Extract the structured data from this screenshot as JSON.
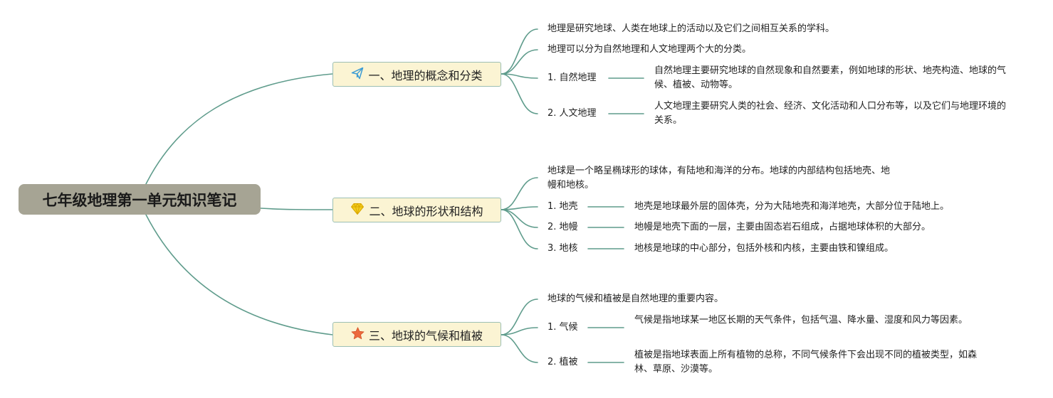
{
  "root": {
    "title": "七年级地理第一单元知识笔记"
  },
  "branches": [
    {
      "title": "一、地理的概念和分类",
      "icon": "paper-plane-icon",
      "items": [
        {
          "text": "地理是研究地球、人类在地球上的活动以及它们之间相互关系的学科。"
        },
        {
          "text": "地理可以分为自然地理和人文地理两个大的分类。"
        },
        {
          "label": "1. 自然地理",
          "desc": "自然地理主要研究地球的自然现象和自然要素，例如地球的形状、地壳构造、地球的气候、植被、动物等。"
        },
        {
          "label": "2. 人文地理",
          "desc": "人文地理主要研究人类的社会、经济、文化活动和人口分布等，以及它们与地理环境的关系。"
        }
      ]
    },
    {
      "title": "二、地球的形状和结构",
      "icon": "diamond-icon",
      "items": [
        {
          "text": "地球是一个略呈椭球形的球体，有陆地和海洋的分布。地球的内部结构包括地壳、地幔和地核。"
        },
        {
          "label": "1. 地壳",
          "desc": "地壳是地球最外层的固体壳，分为大陆地壳和海洋地壳，大部分位于陆地上。"
        },
        {
          "label": "2. 地幔",
          "desc": "地幔是地壳下面的一层，主要由固态岩石组成，占据地球体积的大部分。"
        },
        {
          "label": "3. 地核",
          "desc": "地核是地球的中心部分，包括外核和内核，主要由铁和镍组成。"
        }
      ]
    },
    {
      "title": "三、地球的气候和植被",
      "icon": "star-icon",
      "items": [
        {
          "text": "地球的气候和植被是自然地理的重要内容。"
        },
        {
          "label": "1. 气候",
          "desc": "气候是指地球某一地区长期的天气条件，包括气温、降水量、湿度和风力等因素。"
        },
        {
          "label": "2. 植被",
          "desc": "植被是指地球表面上所有植物的总称，不同气候条件下会出现不同的植被类型，如森林、草原、沙漠等。"
        }
      ]
    }
  ],
  "colors": {
    "connector": "#5f9c8c",
    "root_bg": "#a6a494",
    "branch_bg": "#fbf4d3",
    "branch_border": "#9cbfb3",
    "plane_icon": "#3b9bd4",
    "diamond_icon": "#f2cc1c",
    "star_icon": "#ec6a3d"
  }
}
